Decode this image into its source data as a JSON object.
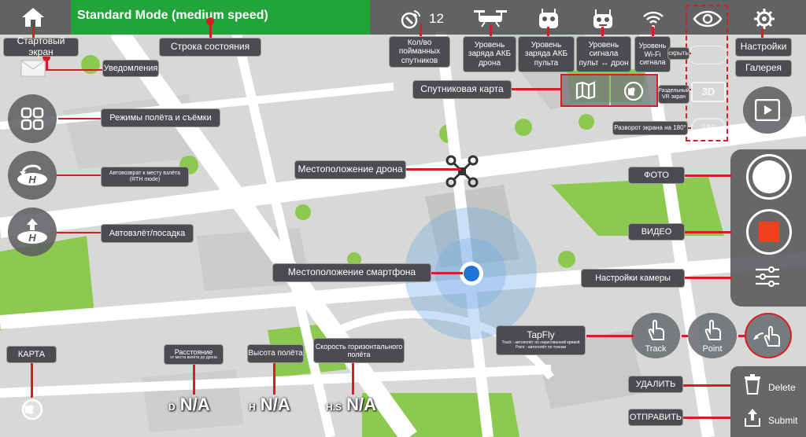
{
  "status": {
    "mode_text": "Standard Mode (medium speed)",
    "satellite_count": "12"
  },
  "labels": {
    "home": "Стартовый экран",
    "status_bar": "Строка состояния",
    "satellites": "Кол/во поймaнных\nспутников",
    "drone_battery": "Уровень\nзаряда АКБ\nдрона",
    "remote_battery": "Уровень\nзаряда АКБ\nпульта",
    "remote_signal": "Уровень сигнала\nпульт ↔ дрон",
    "wifi_signal": "Уровень\nWi-Fi\nсигнала",
    "settings": "Настройки",
    "notifications": "Уведомления",
    "hide": "скрыть",
    "gallery": "Галерея",
    "satellite_map": "Спутниковая карта",
    "vr_split": "Раздельный\nVR экран",
    "rotate_180": "Разворот экрана на 180°",
    "flight_modes": "Режимы полёта и съёмки",
    "rth": "Автовозврат к месту взлёта\n(RTH mode)",
    "takeoff_landing": "Автовзлёт/посадка",
    "drone_location": "Местоположение дрона",
    "phone_location": "Местоположение смартфона",
    "photo": "ФОТО",
    "video": "ВИДЕО",
    "camera_settings": "Настройки камеры",
    "tapfly_title": "TapFly",
    "tapfly_desc": "Track - автополёт по нарисованной кривой\nPoint - автополёт по точкам",
    "map": "КАРТА",
    "distance": "Расстояние",
    "distance_sub": "от места взлёта до дрона",
    "altitude": "Высота полёта",
    "hspeed": "Скорость горизонтального\nполёта",
    "delete_ru": "УДАЛИТЬ",
    "submit_ru": "ОТПРАВИТЬ"
  },
  "telemetry": {
    "distance_prefix": "D",
    "distance_value": "N/A",
    "height_prefix": "H",
    "height_value": "N/A",
    "speed_prefix": "H.S",
    "speed_value": "N/A"
  },
  "tapfly_buttons": {
    "track": "Track",
    "point": "Point"
  },
  "right_actions": {
    "delete": "Delete",
    "submit": "Submit"
  },
  "screen_overlays": {
    "vr_label": "3D",
    "rotate_label": "180"
  },
  "icons": [
    "home-icon",
    "mail-icon",
    "grid-icon",
    "rth-icon",
    "takeoff-icon",
    "globe-icon",
    "satellite-icon",
    "drone-icon",
    "remote-icon",
    "signal-icon",
    "wifi-icon",
    "eye-icon",
    "gear-icon",
    "map-icon",
    "play-icon",
    "sliders-icon",
    "hand-icon",
    "trash-icon",
    "upload-icon"
  ],
  "colors": {
    "accent_red": "#d61d24",
    "mode_green": "#21a43a",
    "location_blue": "#1e73d6",
    "record_red": "#f0401c"
  }
}
